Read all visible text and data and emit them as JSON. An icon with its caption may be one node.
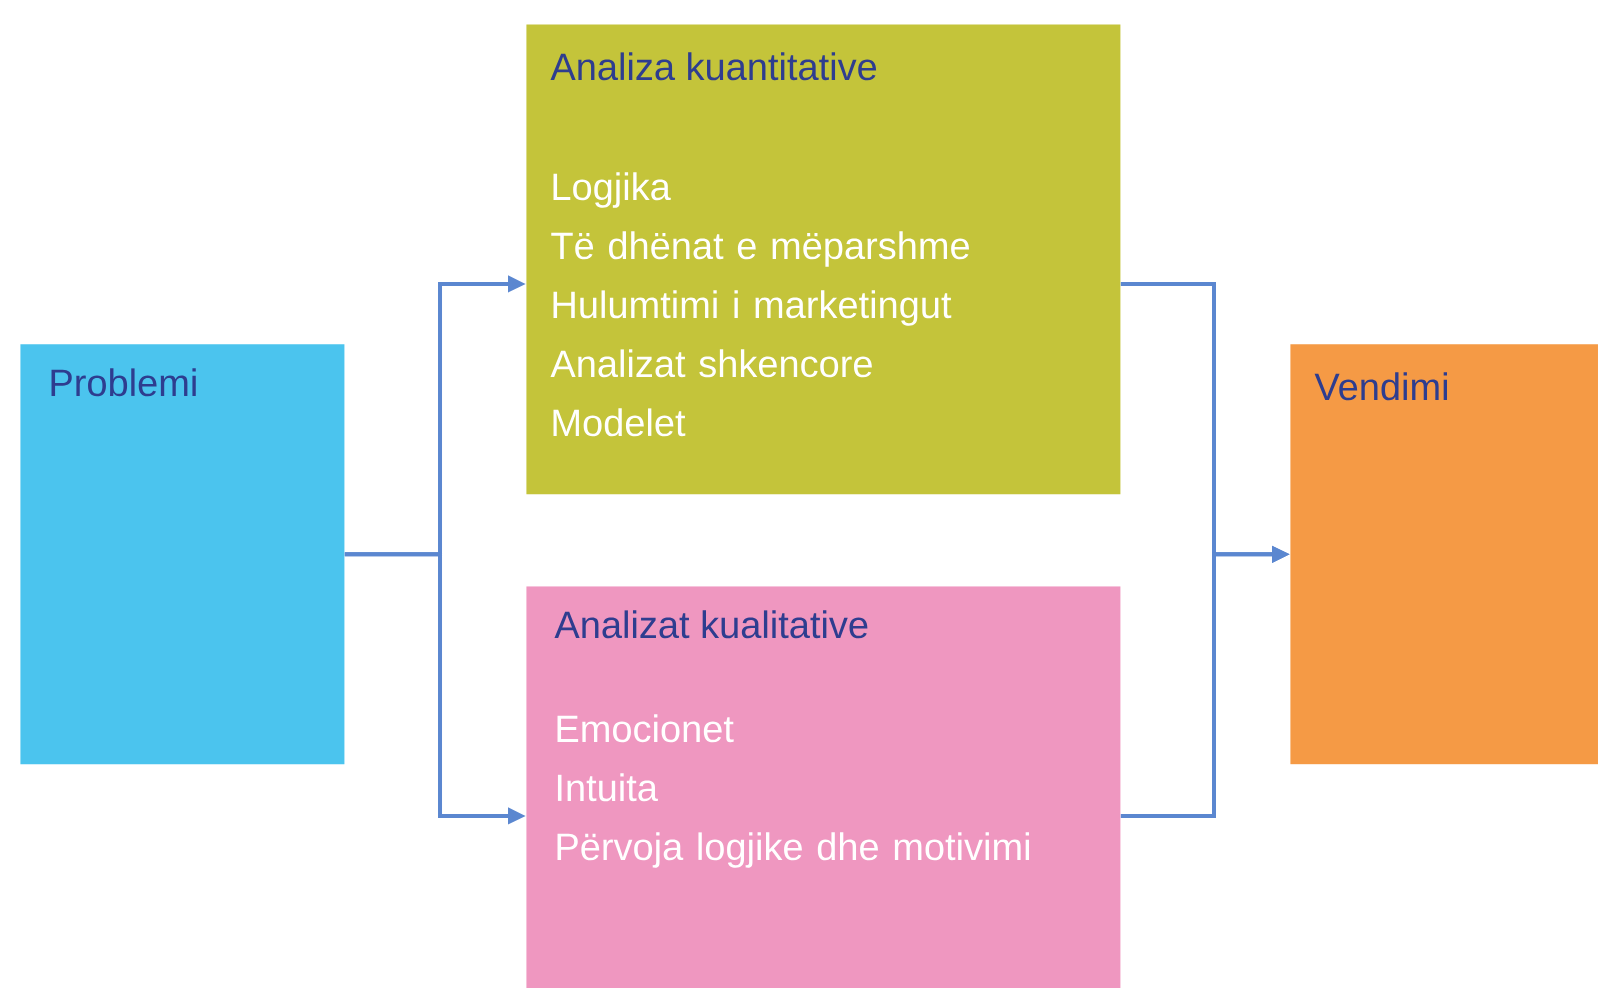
{
  "diagram": {
    "nodes": [
      {
        "text": [
          "Problemi"
        ]
      },
      {
        "text": [
          "Analiza kuantitative",
          "Logjika",
          "Të dhënat e mëparshme",
          "Hulumtimi i marketingut",
          "Analizat shkencore",
          "Modelet"
        ]
      },
      {
        "text": [
          "Analizat kualitative",
          "Emocionet",
          "Intuita",
          "Përvoja logjike dhe motivimi"
        ]
      },
      {
        "text": [
          "Vendimi"
        ]
      }
    ],
    "edges": [
      {
        "from": 0,
        "to": 1,
        "arrow": "to"
      },
      {
        "from": 0,
        "to": 2,
        "arrow": "to"
      },
      {
        "from": 1,
        "to": 3,
        "arrow": "to"
      },
      {
        "from": 2,
        "to": 3,
        "arrow": "to"
      }
    ]
  }
}
